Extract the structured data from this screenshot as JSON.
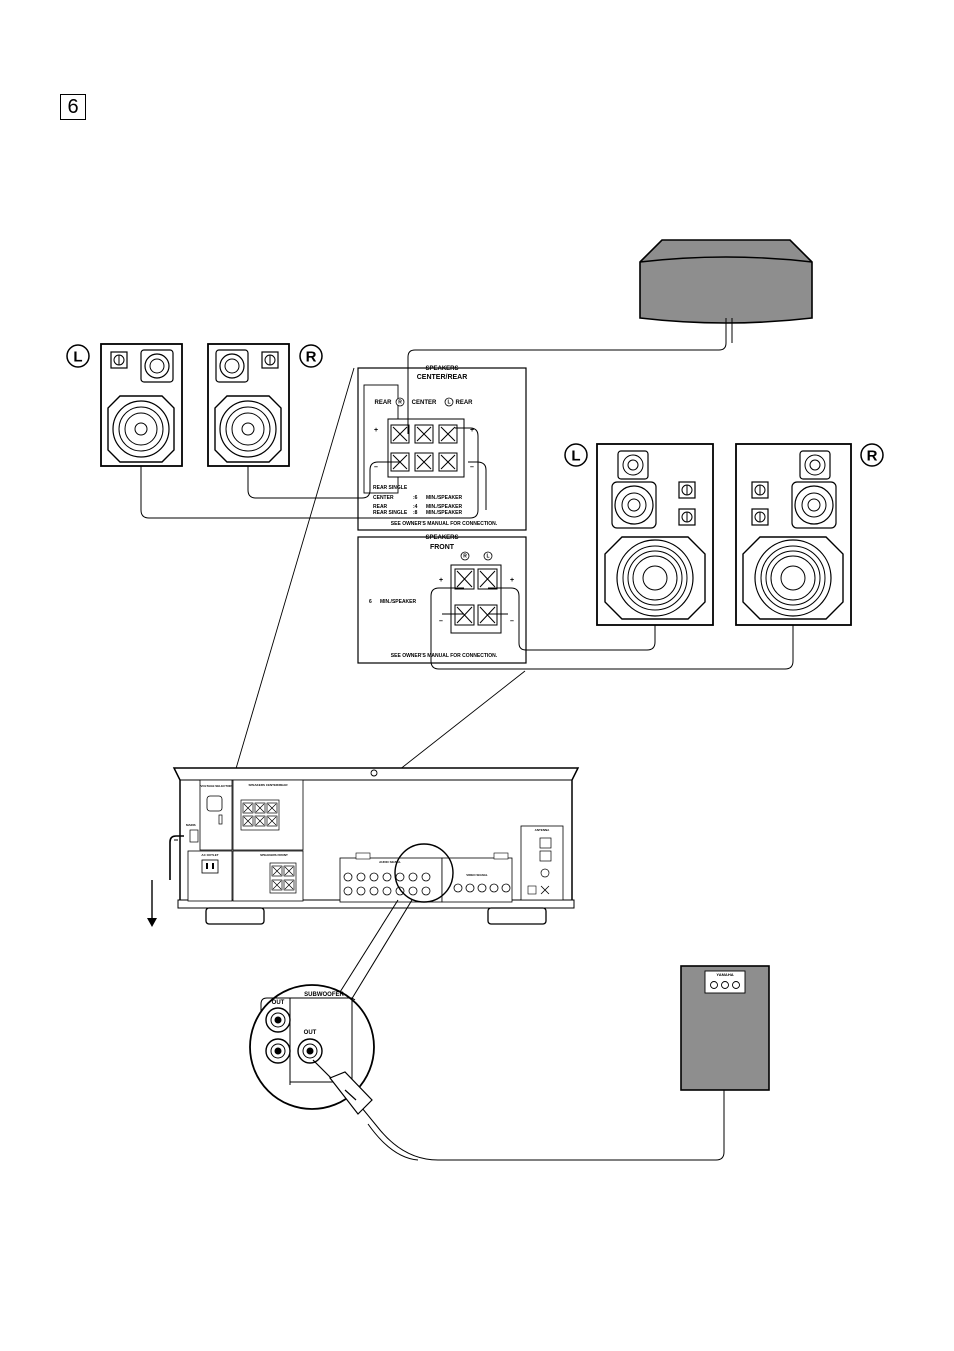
{
  "page": {
    "number": "6"
  },
  "speaker_labels": {
    "left": "L",
    "right": "R"
  },
  "panel_center_rear": {
    "title": "SPEAKERS",
    "subtitle": "CENTER/REAR",
    "term_rear_r": "REAR",
    "term_r_mark": "R",
    "term_center": "CENTER",
    "term_l_mark": "L",
    "term_rear_l": "REAR",
    "plus": "+",
    "minus": "–",
    "rear_single": "REAR SINGLE",
    "spec_center_label": "CENTER",
    "spec_center_value": ":6",
    "spec_center_unit": "MIN./SPEAKER",
    "spec_rear_label": "REAR",
    "spec_rear_value": ":4",
    "spec_rear_unit": "MIN./SPEAKER",
    "spec_rear_single_label": "REAR SINGLE",
    "spec_rear_single_value": ":8",
    "spec_rear_single_unit": "MIN./SPEAKER",
    "note": "SEE OWNER'S MANUAL FOR CONNECTION."
  },
  "panel_front": {
    "title": "SPEAKERS",
    "subtitle": "FRONT",
    "r_mark": "R",
    "l_mark": "L",
    "plus": "+",
    "minus": "–",
    "spec_value": "6",
    "spec_unit": "MIN./SPEAKER",
    "note": "SEE OWNER'S MANUAL FOR CONNECTION."
  },
  "receiver": {
    "voltage_selector": "VOLTAGE SELECTOR",
    "speakers_center_rear": "SPEAKERS CENTER/REAR",
    "speakers_front": "SPEAKERS FRONT",
    "mains": "MAINS",
    "ac_outlet": "AC OUTLET",
    "audio_signal": "AUDIO SIGNAL",
    "video_signal": "VIDEO SIGNAL",
    "antenna": "ANTENNA"
  },
  "subwoofer_inset": {
    "title": "SUBWOOFER",
    "out_left": "OUT",
    "out_right": "OUT"
  },
  "subwoofer_unit": {
    "brand": "YAMAHA"
  }
}
